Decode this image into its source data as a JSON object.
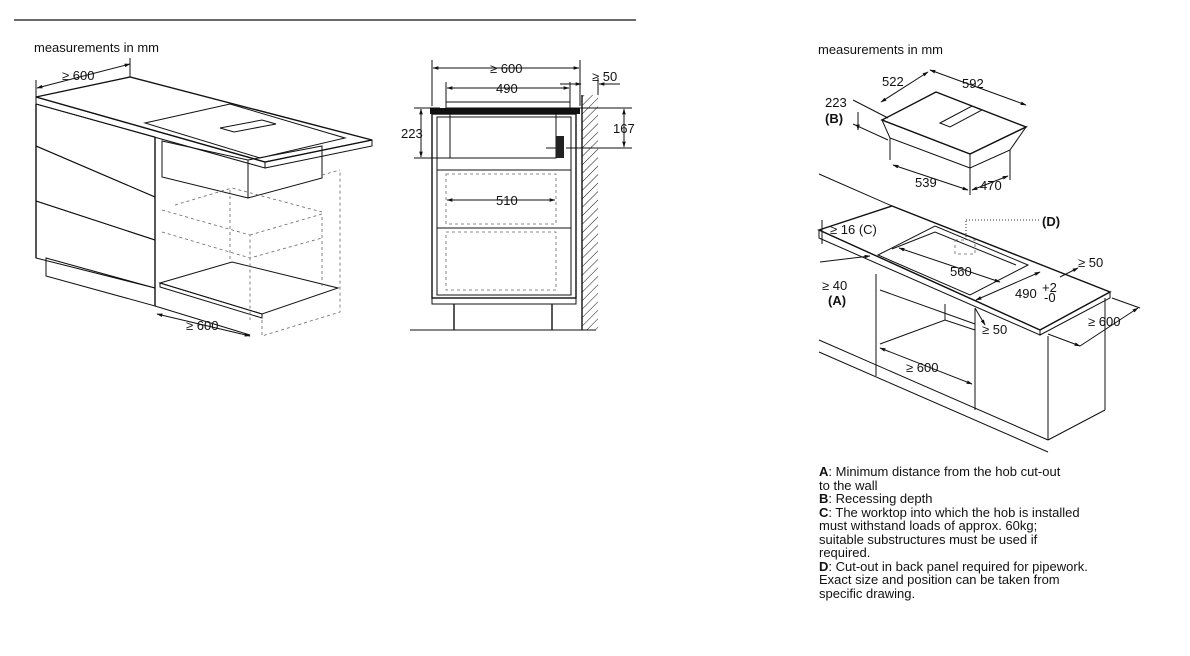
{
  "left": {
    "header": "measurements in mm",
    "dims": {
      "top_width": "≥ 600",
      "floor_width": "≥ 600",
      "section_width": "≥ 600",
      "hob_width": "490",
      "wall_gap": "≥ 50",
      "depth_223": "223",
      "depth_167": "167",
      "inner_510": "510"
    }
  },
  "right": {
    "header": "measurements in mm",
    "dims": {
      "d522": "522",
      "d592": "592",
      "d223": "223",
      "labelB": "(B)",
      "d539": "539",
      "d470": "470",
      "labelD": "(D)",
      "d16": "≥ 16 (C)",
      "d560": "560",
      "d50a": "≥ 50",
      "d40": "≥ 40",
      "labelA": "(A)",
      "d490": "490",
      "tol_plus": "+2",
      "tol_minus": "-0",
      "d600r": "≥ 600",
      "d50b": "≥ 50",
      "d600b": "≥ 600"
    }
  },
  "legend": [
    {
      "key": "A",
      "text": ": Minimum distance from the hob cut-out",
      "cont": [
        "to the wall"
      ]
    },
    {
      "key": "B",
      "text": ": Recessing depth",
      "cont": []
    },
    {
      "key": "C",
      "text": ": The worktop into which the hob is installed",
      "cont": [
        "must withstand loads of approx. 60kg;",
        "suitable substructures must be used if",
        "required."
      ]
    },
    {
      "key": "D",
      "text": ": Cut-out in back panel required for pipework.",
      "cont": [
        "Exact size and position can be taken from",
        "specific drawing."
      ]
    }
  ]
}
